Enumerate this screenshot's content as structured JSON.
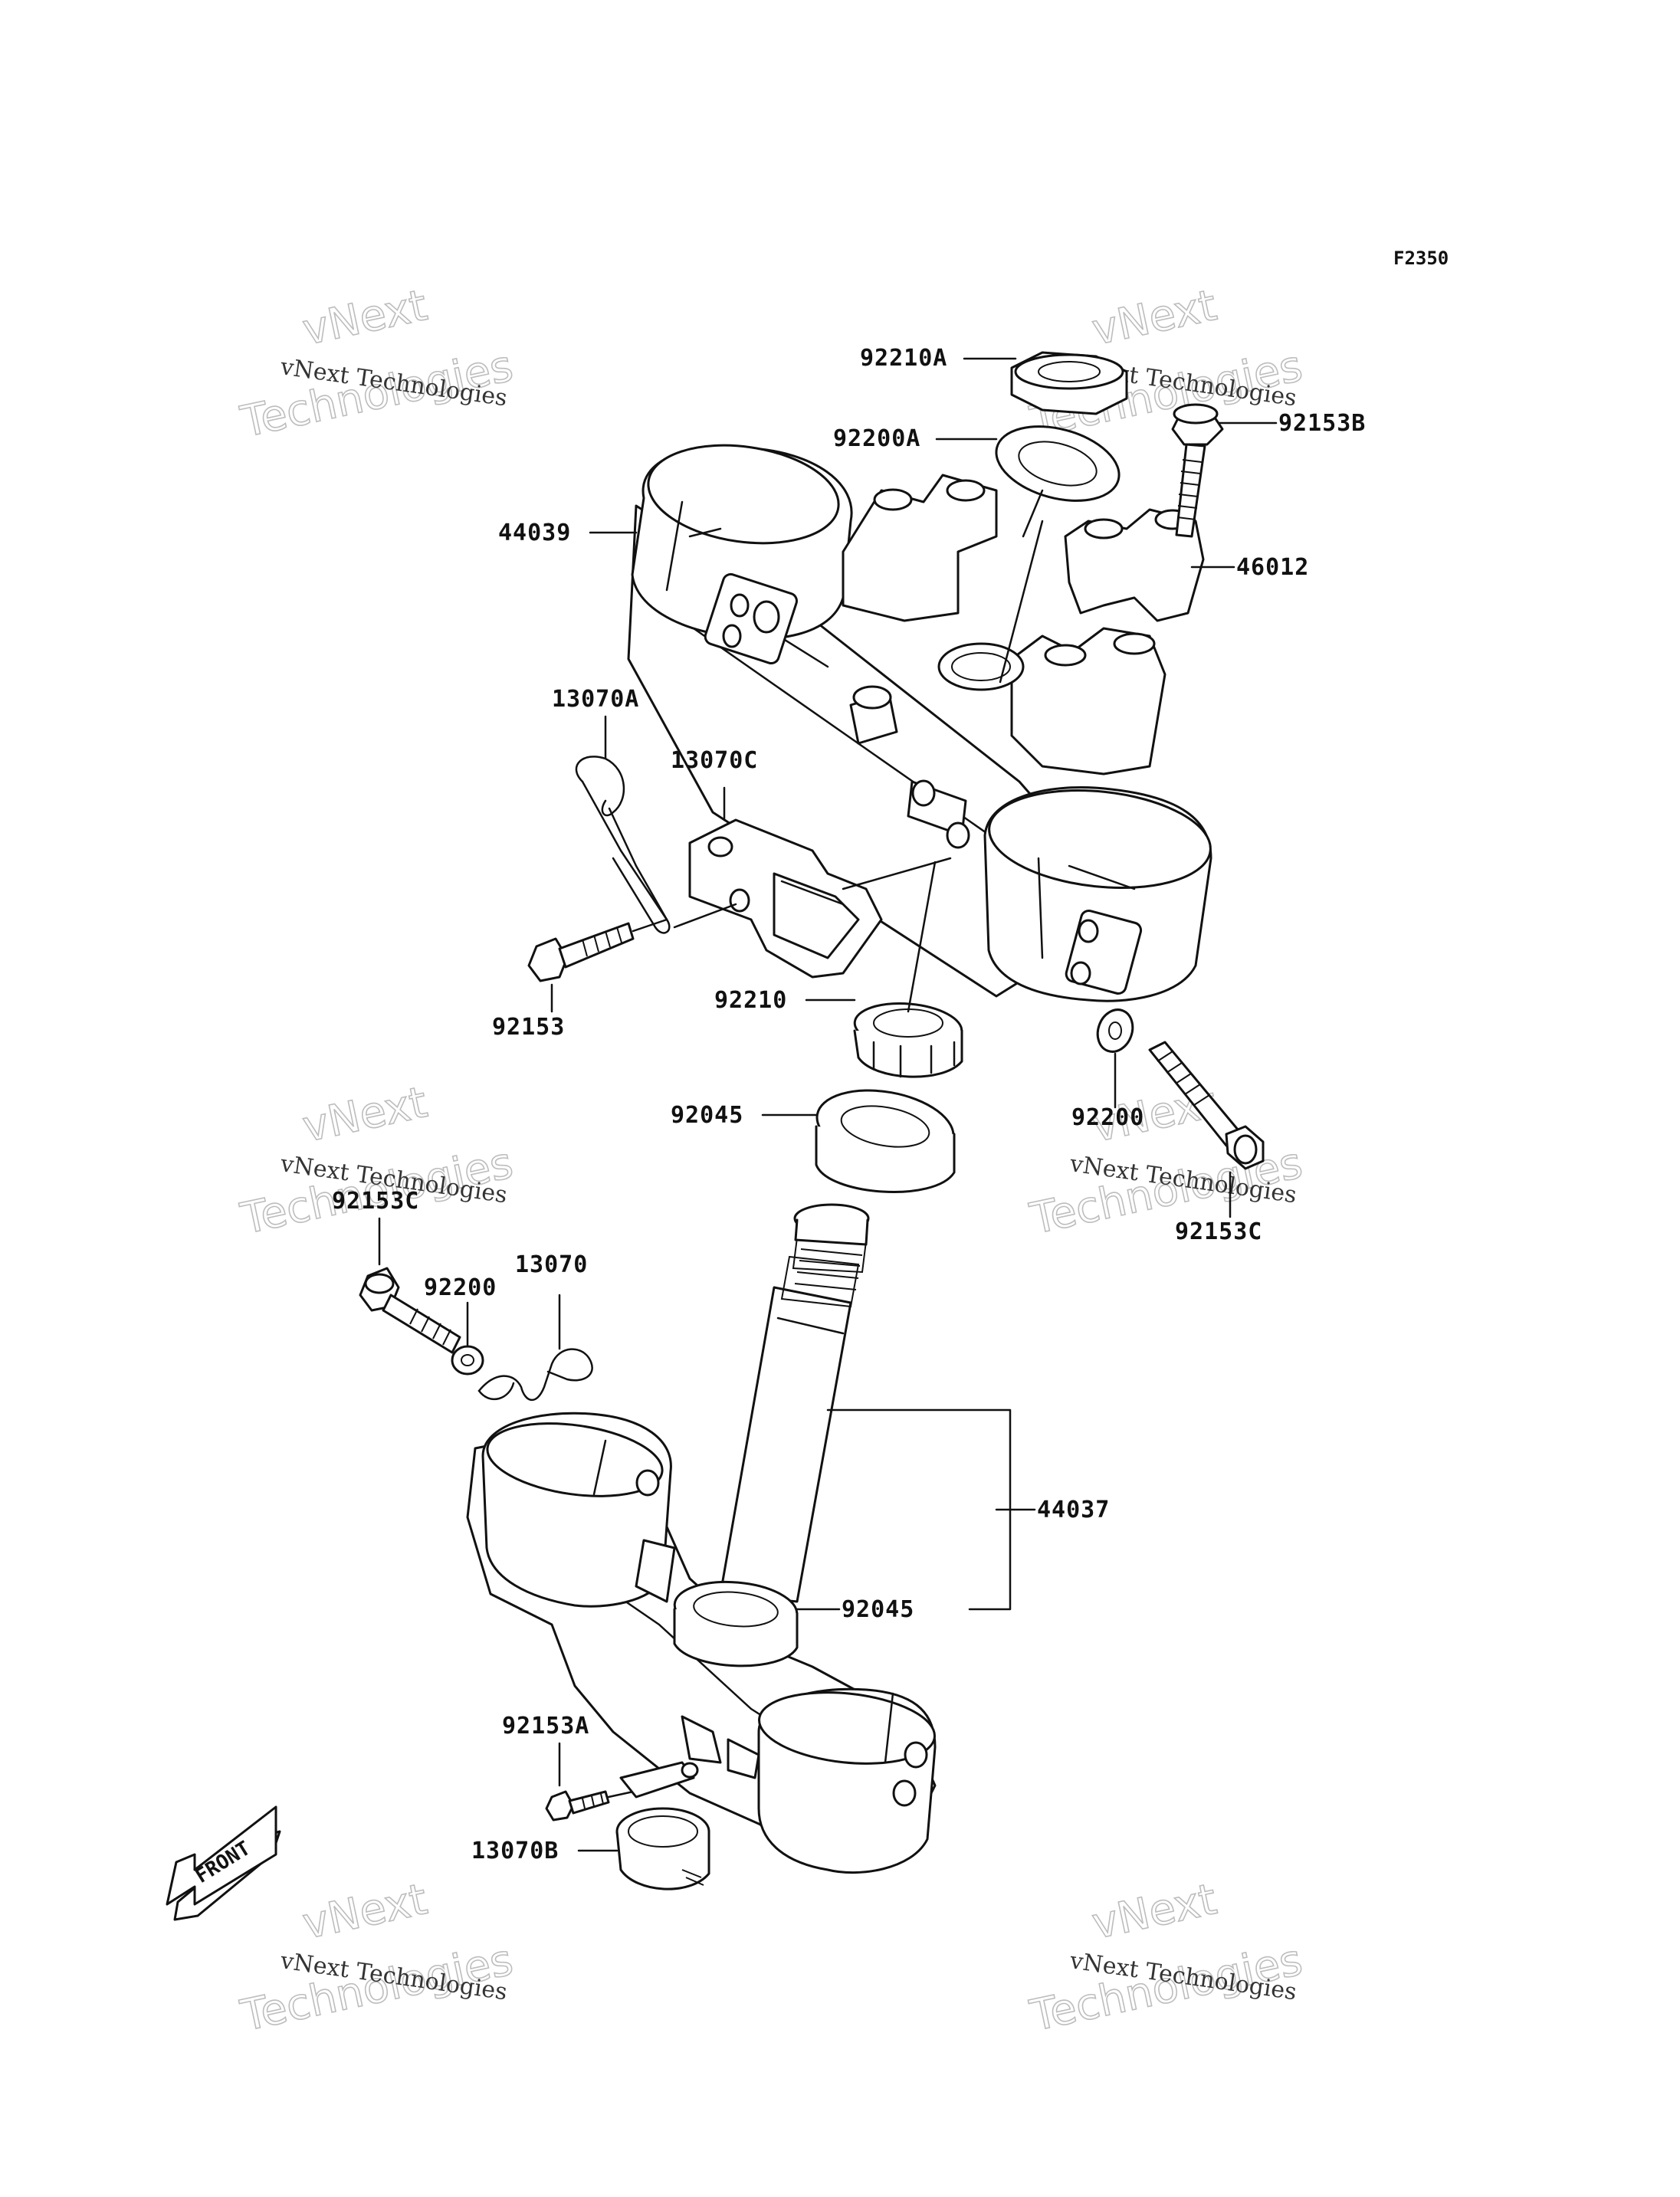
{
  "figure_code": "F2350",
  "watermark": {
    "line1": "vNext",
    "line2": "vNext Technologies",
    "line3": "Technologies"
  },
  "front_label": "FRONT",
  "part_labels": {
    "p92210A": "92210A",
    "p92200A": "92200A",
    "p92153B": "92153B",
    "p44039": "44039",
    "p46012": "46012",
    "p13070A": "13070A",
    "p13070C": "13070C",
    "p92153": "92153",
    "p92210": "92210",
    "p92045_top": "92045",
    "p92200_right": "92200",
    "p92153C_right": "92153C",
    "p92153C_left": "92153C",
    "p92200_left": "92200",
    "p13070": "13070",
    "p44037": "44037",
    "p92045_bottom": "92045",
    "p92153A": "92153A",
    "p13070B": "13070B"
  }
}
